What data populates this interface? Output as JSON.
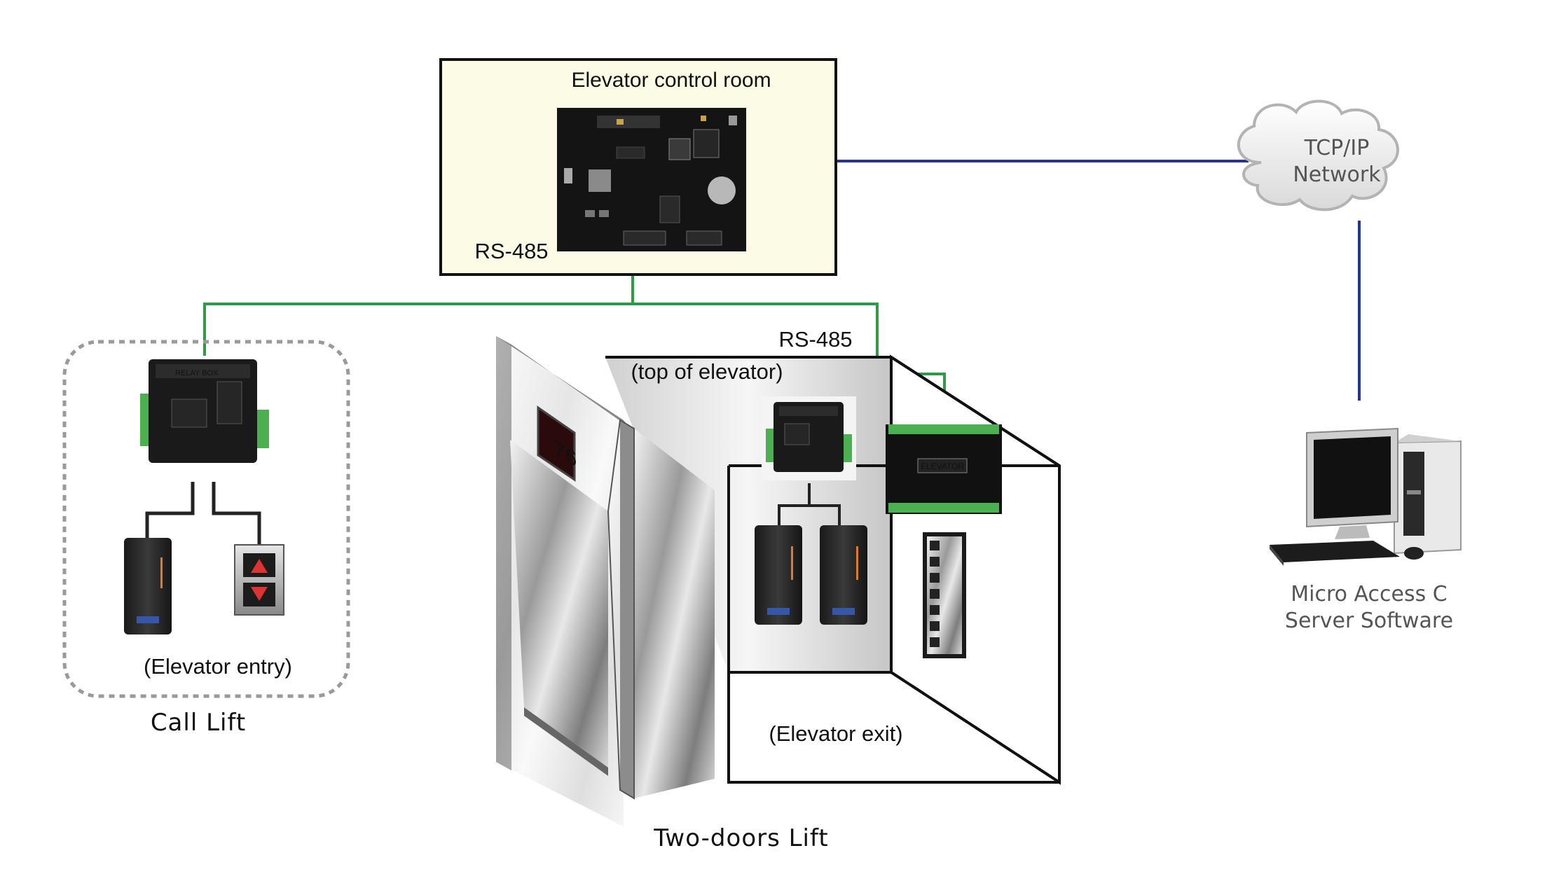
{
  "labels": {
    "control_room": "Elevator control room",
    "rs485_room": "RS-485",
    "network_line1": "TCP/IP",
    "network_line2": "Network",
    "rs485_lift": "RS-485",
    "top_of_elevator": "(top of elevator)",
    "elevator_entry": "(Elevator entry)",
    "call_lift": "Call Lift",
    "elevator_exit": "(Elevator exit)",
    "two_doors_lift": "Two-doors Lift",
    "software_line1": "Micro Access C",
    "software_line2": "Server Software",
    "relay_box_text": "RELAY BOX",
    "elevator_board_text": "ELEVATOR",
    "display_digits": "76"
  },
  "colors": {
    "rs485_wire": "#2e9a4a",
    "tcpip_wire": "#26348a",
    "control_room_fill": "#fcfbe6",
    "dashed_group": "#9a9a9a",
    "software_text": "#555555"
  },
  "icons": {
    "controller_board": "pcb-controller-icon",
    "network": "cloud-icon",
    "relay_box": "relay-box-icon",
    "card_reader": "card-reader-icon",
    "call_buttons": "up-down-call-button-icon",
    "elevator_board": "elevator-io-board-icon",
    "floor_panel": "floor-button-panel-icon",
    "computer": "desktop-computer-icon"
  }
}
